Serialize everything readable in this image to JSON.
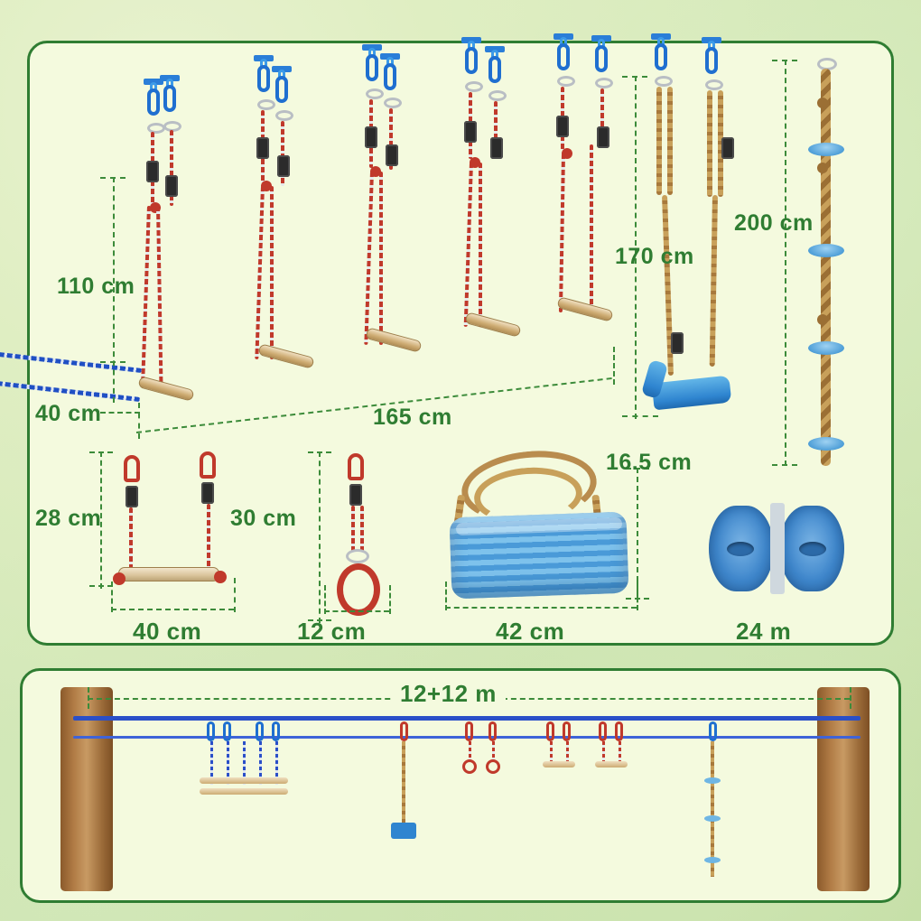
{
  "title": "Ninja line obstacle course dimension diagram",
  "panels": {
    "top": {
      "name": "components-panel"
    },
    "bottom": {
      "name": "setup-panel"
    }
  },
  "dimensions": {
    "ladder_height": "110 cm",
    "ladder_width": "40 cm",
    "ladder_length": "165 cm",
    "swing_rope": "170 cm",
    "climbing_rope": "200 cm",
    "trapeze_height": "28 cm",
    "trapeze_width": "40 cm",
    "ring_height": "30 cm",
    "ring_width": "12 cm",
    "seat_depth": "16.5 cm",
    "seat_width": "42 cm",
    "strap_length": "24 m",
    "line_total": "12+12 m"
  },
  "colors": {
    "accent_green": "#2f7d32",
    "panel_bg": "#f4fade",
    "rope_red": "#c0392b",
    "rope_blue": "#1f4fc4",
    "rope_tan": "#c8a05a",
    "hardware_blue": "#1f6fd0",
    "seat_blue": "#2f85d0",
    "tree_brown": "#b07b45"
  },
  "icons": {
    "carabiner": "carabiner-icon",
    "buckle": "rope-buckle-icon",
    "dring": "d-ring-icon",
    "disc": "climb-disc-icon",
    "tree": "tree-trunk-icon"
  }
}
